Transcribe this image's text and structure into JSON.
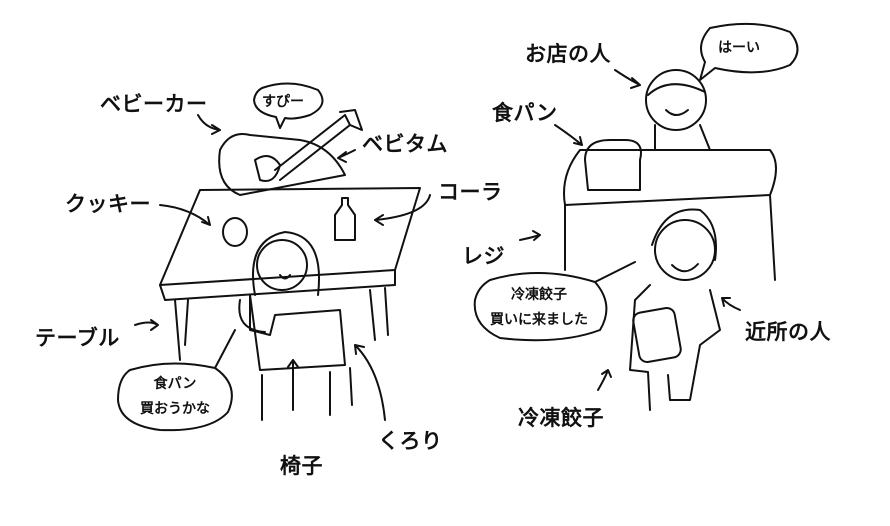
{
  "labels": {
    "stroller": "ベビーカー",
    "bebitamu": "ベビタム",
    "cookie": "クッキー",
    "cola": "コーラ",
    "table": "テーブル",
    "chair": "椅子",
    "kurori": "くろり",
    "shop_person": "お店の人",
    "bread": "食パン",
    "register": "レジ",
    "neighbor": "近所の人",
    "frozen_gyoza": "冷凍餃子"
  },
  "bubbles": {
    "baby": "すぴー",
    "kurori_line1": "食パン",
    "kurori_line2": "買おうかな",
    "shop": "はーい",
    "neighbor_line1": "冷凍餃子",
    "neighbor_line2": "買いに来ました"
  }
}
